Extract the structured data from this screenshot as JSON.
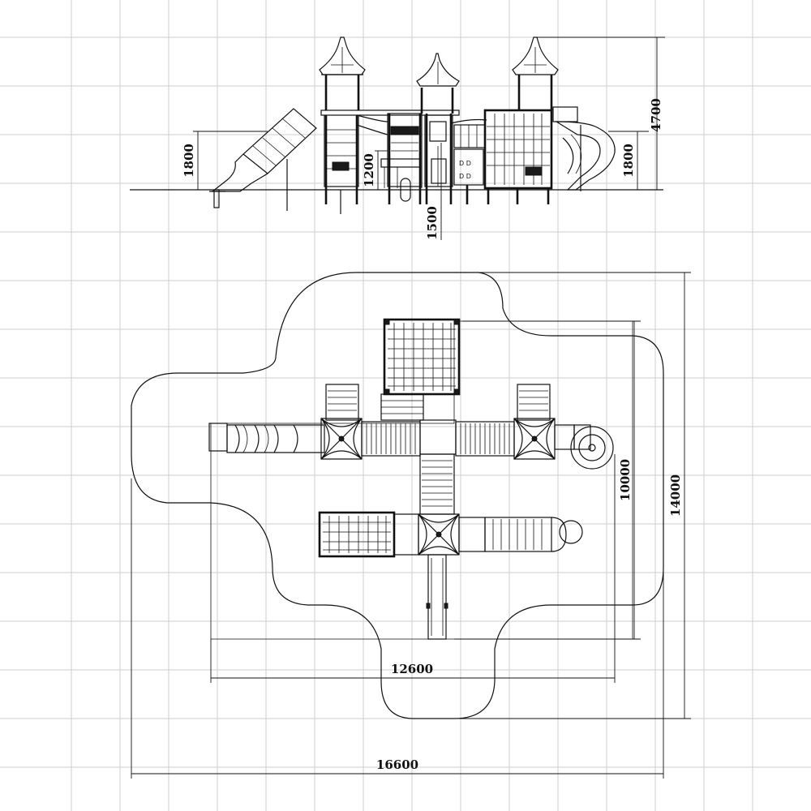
{
  "dimensions": {
    "side_height_total": "4700",
    "side_left_height": "1800",
    "side_right_height": "1800",
    "side_platform_height": "1200",
    "side_depth": "1500",
    "plan_inner_depth": "10000",
    "plan_outer_depth": "14000",
    "plan_inner_width": "12600",
    "plan_outer_width": "16600"
  },
  "colors": {
    "ink": "#111111",
    "grid": "#cfcfcf",
    "background": "#ffffff"
  }
}
